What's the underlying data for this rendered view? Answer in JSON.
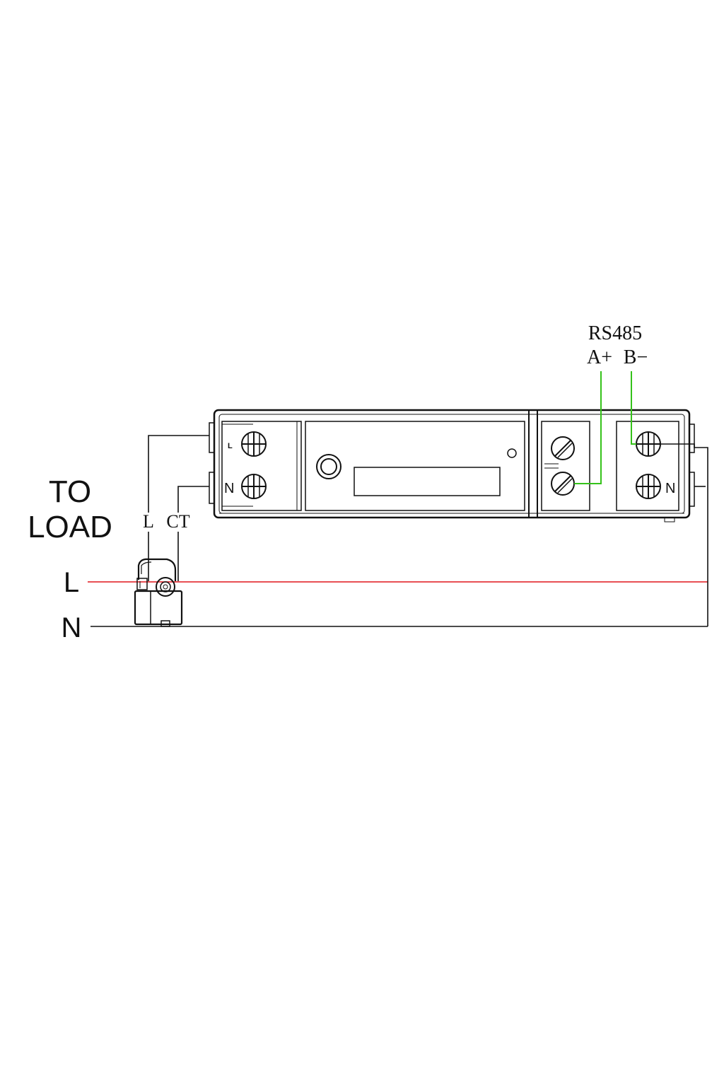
{
  "labels": {
    "to_load_line1": "TO",
    "to_load_line2": "LOAD",
    "line_l": "L",
    "line_n": "N",
    "ct_lead_l": "L",
    "ct_lead_ct": "CT",
    "rs485": "RS485",
    "rs485_a": "A+",
    "rs485_b": "B−",
    "term_left_l": "L",
    "term_left_n": "N",
    "term_right_n": "N"
  },
  "colors": {
    "live_wire": "#e0151c",
    "rs485_wire": "#35c21a",
    "line_art": "#111111"
  }
}
